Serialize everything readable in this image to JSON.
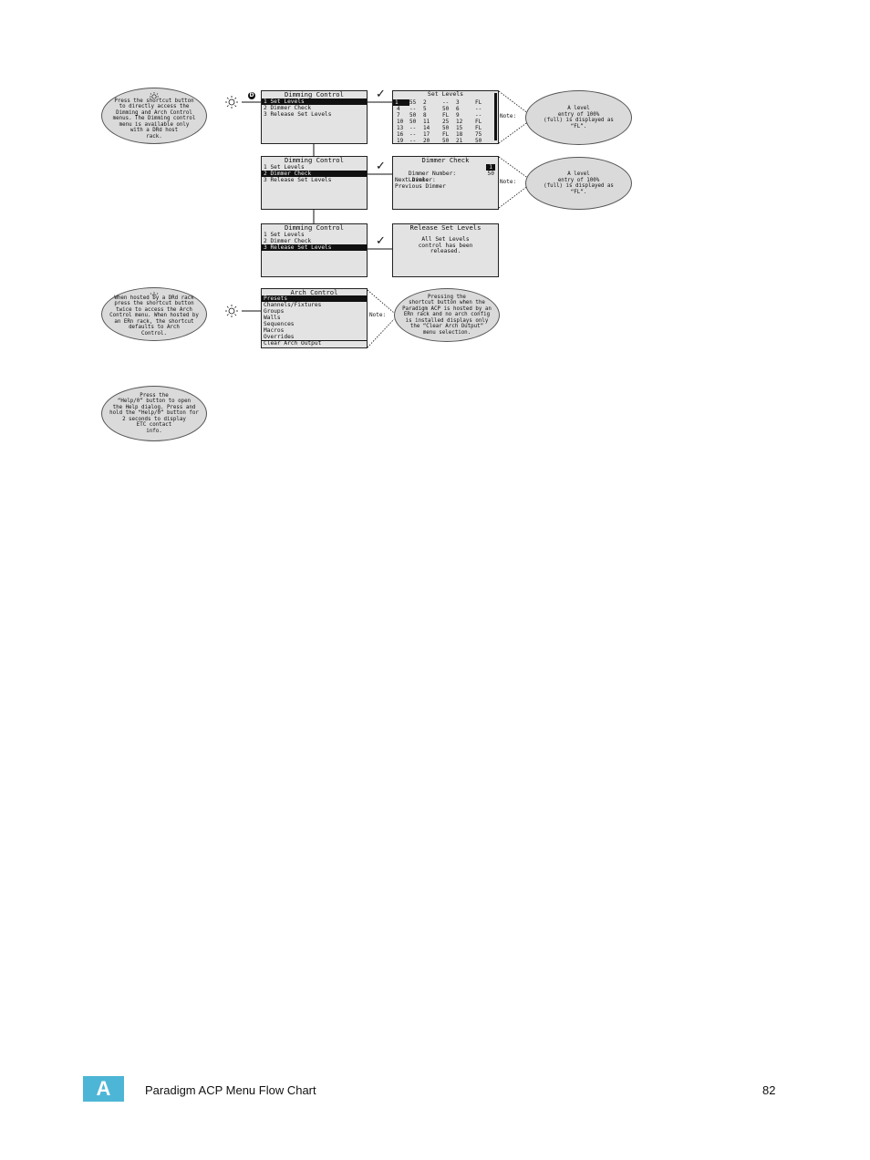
{
  "bubbles": {
    "shortcut_dimming": "Press the shortcut button\nto directly access the\nDimming and Arch Control\nmenus. The Dimming control\nmenu is available only\nwith a DRd host\nrack.",
    "shortcut_arch": "When hosted by a DRd rack\npress the shortcut button\ntwice to access the Arch\nControl menu. When hosted by\nan ERn rack, the shortcut\ndefaults to Arch\nControl.",
    "help": "Press the\n“Help/0” button to open\nthe Help dialog. Press and\nhold the “Help/0” button for\n2 seconds to display\nETC contact\ninfo.",
    "level_note_1": "A level\nentry of 100%\n(full) is displayed as\n“FL”.",
    "level_note_2": "A level\nentry of 100%\n(full) is displayed as\n“FL”.",
    "arch_note": "Pressing the\nshortcut button when the\nParadigm ACP is hosted by an\nERn rack and no arch config\nis installed displays only\nthe “Clear Arch Output”\nmenu selection."
  },
  "notes": {
    "label": "Note:"
  },
  "circle_d_label": "D",
  "check_glyph": "✓",
  "dimming_menu": {
    "title": "Dimming Control",
    "items": [
      "1 Set Levels",
      "2 Dimmer Check",
      "3 Release Set Levels"
    ]
  },
  "set_levels": {
    "title": "Set Levels",
    "rows": [
      [
        "1",
        "55",
        "2",
        "--",
        "3",
        "FL"
      ],
      [
        "4",
        "--",
        "5",
        "50",
        "6",
        "--"
      ],
      [
        "7",
        "50",
        "8",
        "FL",
        "9",
        "--"
      ],
      [
        "10",
        "50",
        "11",
        "25",
        "12",
        "FL"
      ],
      [
        "13",
        "--",
        "14",
        "50",
        "15",
        "FL"
      ],
      [
        "16",
        "--",
        "17",
        "FL",
        "18",
        "75"
      ],
      [
        "19",
        "--",
        "20",
        "50",
        "21",
        "50"
      ]
    ]
  },
  "dimmer_check": {
    "title": "Dimmer Check",
    "number_label": "Dimmer Number:",
    "number_value": "1",
    "level_label": "Level:",
    "level_value": "50",
    "next_label": "Next Dimmer:",
    "prev_label": "Previous Dimmer"
  },
  "release": {
    "title": "Release Set Levels",
    "message": "All Set Levels\ncontrol has been\nreleased."
  },
  "arch_menu": {
    "title": "Arch Control",
    "items": [
      "Presets",
      "Channels/Fixtures",
      "Groups",
      "Walls",
      "Sequences",
      "Macros",
      "Overrides",
      "Clear Arch Output"
    ]
  },
  "footer": {
    "badge": "A",
    "title": "Paradigm ACP Menu Flow Chart",
    "page": "82"
  },
  "colors": {
    "badge": "#4db6d6",
    "lcd": "#e3e3e3",
    "bubble": "#dadada"
  }
}
